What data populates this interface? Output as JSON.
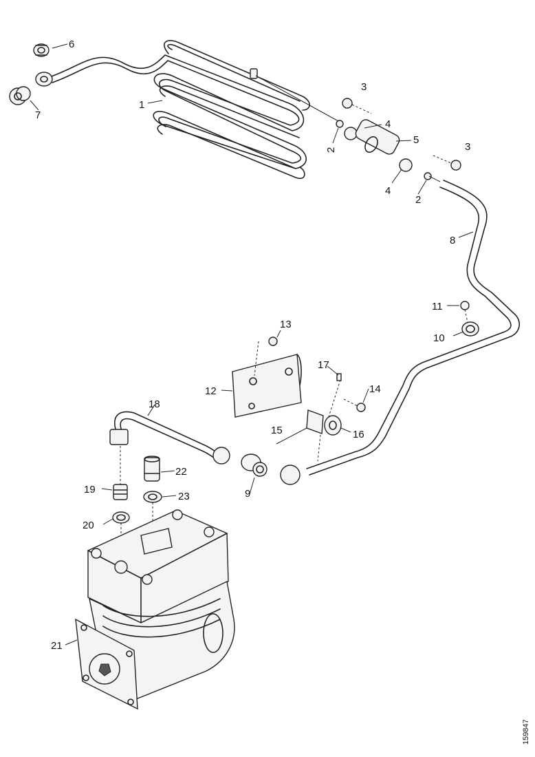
{
  "diagram": {
    "parts": {
      "p1": "1",
      "p2a": "2",
      "p2b": "2",
      "p3a": "3",
      "p3b": "3",
      "p4a": "4",
      "p4b": "4",
      "p5": "5",
      "p6": "6",
      "p7": "7",
      "p8": "8",
      "p9": "9",
      "p10": "10",
      "p11": "11",
      "p12": "12",
      "p13": "13",
      "p14": "14",
      "p15": "15",
      "p16": "16",
      "p17": "17",
      "p18": "18",
      "p19": "19",
      "p20": "20",
      "p21": "21",
      "p22": "22",
      "p23": "23"
    },
    "document_id": "159847"
  }
}
